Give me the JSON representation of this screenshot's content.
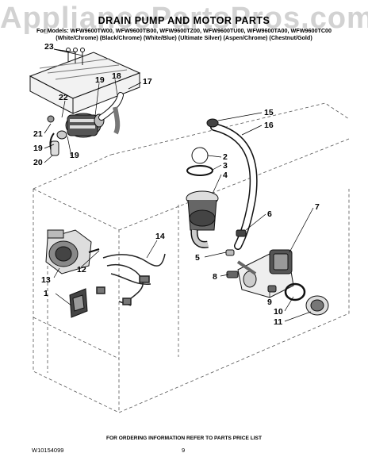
{
  "watermark": "AppliancePartsPros.com",
  "title": "DRAIN PUMP AND MOTOR PARTS",
  "models_line": "For Models: WFW9600TW00, WFW9600TB00, WFW9600TZ00, WFW9600TU00, WFW9600TA00, WFW9600TC00",
  "variants_line": "(White/Chrome) (Black/Chrome)    (White/Blue)   (Ultimate Silver) (Aspen/Chrome) (Chestnut/Gold)",
  "callouts": [
    "1",
    "2",
    "3",
    "4",
    "5",
    "6",
    "7",
    "8",
    "9",
    "10",
    "11",
    "12",
    "13",
    "14",
    "15",
    "16",
    "17",
    "18",
    "19",
    "19",
    "20",
    "21",
    "22",
    "23"
  ],
  "footer_note": "FOR ORDERING INFORMATION REFER TO PARTS PRICE LIST",
  "doc_number": "W10154099",
  "page_number": "9"
}
